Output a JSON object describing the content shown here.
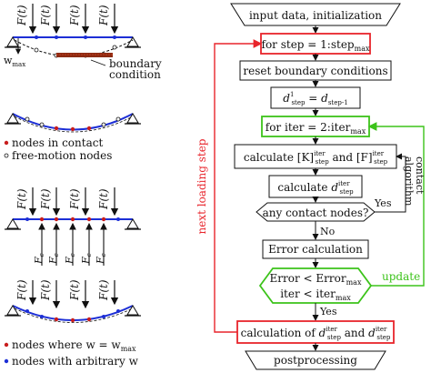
{
  "diagrams": {
    "panel1": {
      "force_label": "F(t)",
      "wmax_label": "w",
      "wmax_sub": "max",
      "boundary_label_line1": "boundary",
      "boundary_label_line2": "condition"
    },
    "panel2": {
      "legend_contact": "nodes in contact",
      "legend_free": "free-motion nodes"
    },
    "panel3": {
      "force_label": "F(t)",
      "contact_force_label": "F",
      "contact_force_sub": "c"
    },
    "panel4": {
      "force_label": "F(t)",
      "legend_wmax_prefix": "nodes where w = w",
      "legend_wmax_sub": "max",
      "legend_arbitrary": "nodes with arbitrary w"
    }
  },
  "flowchart": {
    "start": "input data, initialization",
    "loop_step": {
      "text": "for step = 1:step",
      "sub": "max"
    },
    "reset": "reset boundary conditions",
    "d_init": {
      "lhs": "d",
      "lhs_sup": "1",
      "lhs_sub": "step",
      "eq": " = ",
      "rhs": "d",
      "rhs_sub": "step-1"
    },
    "loop_iter": {
      "text": "for iter = 2:iter",
      "sub": "max"
    },
    "calc_kf": {
      "pre": "calculate [",
      "K": "K",
      "mid": "]",
      "and": " and [",
      "F": "F",
      "post": "]",
      "sup": "iter",
      "sub": "step"
    },
    "calc_d": {
      "pre": "calculate ",
      "d": "d",
      "sup": "iter",
      "sub": "step"
    },
    "decision_contact": "any contact nodes?",
    "error_calc": "Error calculation",
    "decision_error": {
      "line1": "Error < Error",
      "line1_sub": "max",
      "line2": "iter < iter",
      "line2_sub": "max"
    },
    "final_calc": {
      "pre": "calculation of ",
      "and": " and ",
      "sup": "iter",
      "sub": "step"
    },
    "end": "postprocessing",
    "label_yes": "Yes",
    "label_no": "No",
    "label_yes2": "Yes",
    "label_update": "update",
    "label_next_step": "next loading step",
    "label_contact_alg_1": "contact",
    "label_contact_alg_2": "algorithm"
  },
  "colors": {
    "red": "#e8242b",
    "green": "#3cc31a",
    "blue": "#1d2fd6",
    "brown": "#8b2a12"
  }
}
